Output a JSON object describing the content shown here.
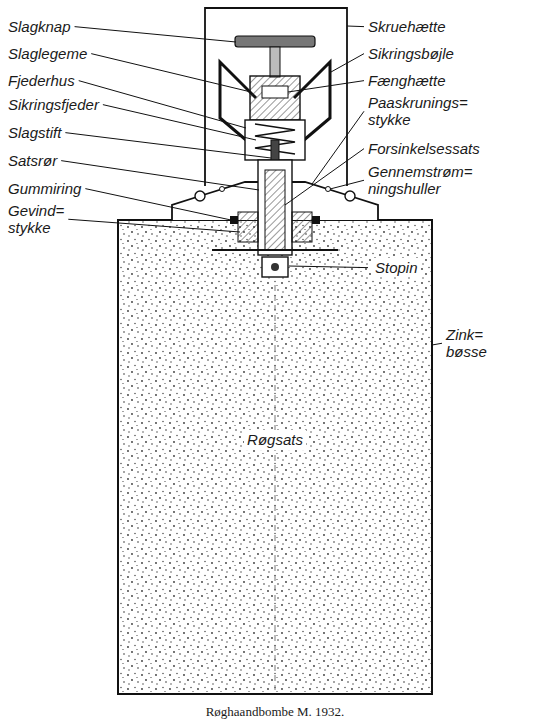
{
  "diagram": {
    "caption": "Røghaandbombe M. 1932.",
    "labels": [
      "Slagknap",
      "Slaglegeme",
      "Fjederhus",
      "Sikringsfjeder",
      "Slagstift",
      "Satsrør",
      "Gummiring",
      "Gevind= stykke",
      "Skruehætte",
      "Sikringsbøjle",
      "Fænghætte",
      "Paaskrunings= stykke",
      "Forsinkelsessats",
      "Gennemstrøm= ningshuller",
      "Stopin",
      "Zink= bøsse",
      "Røgsats"
    ]
  }
}
